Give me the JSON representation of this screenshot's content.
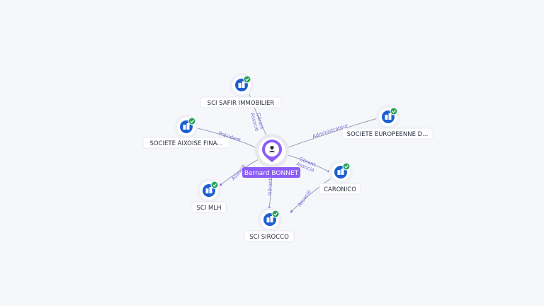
{
  "center": {
    "name": "Bernard BONNET",
    "icon": "person-icon",
    "color": "#8b5cf6"
  },
  "companies": [
    {
      "id": "safir",
      "name": "SCI SAFIR IMMOBILIER",
      "icon": "building-icon",
      "badge": "verified-check-icon"
    },
    {
      "id": "aixoise",
      "name": "SOCIETE AIXOISE FINA...",
      "icon": "building-icon",
      "badge": "verified-check-icon"
    },
    {
      "id": "europeenne",
      "name": "SOCIETE EUROPEENNE D...",
      "icon": "building-icon",
      "badge": "verified-check-icon"
    },
    {
      "id": "caronico",
      "name": "CARONICO",
      "icon": "building-icon",
      "badge": "verified-check-icon"
    },
    {
      "id": "mlh",
      "name": "SCI MLH",
      "icon": "building-icon",
      "badge": "verified-check-icon"
    },
    {
      "id": "sirocco",
      "name": "SCI SIROCCO",
      "icon": "building-icon",
      "badge": "verified-check-icon"
    }
  ],
  "relations": [
    {
      "to": "safir",
      "roles": [
        "Gérant",
        "Associé"
      ]
    },
    {
      "to": "aixoise",
      "roles": [
        "Président"
      ]
    },
    {
      "to": "europeenne",
      "roles": [
        "Administrateur"
      ]
    },
    {
      "to": "caronico",
      "roles": [
        "Gérant",
        "Associé"
      ]
    },
    {
      "to": "mlh",
      "roles": [
        "Associé"
      ]
    },
    {
      "to": "sirocco",
      "roles": [
        "Gérant"
      ]
    },
    {
      "from": "caronico",
      "to": "sirocco",
      "roles": [
        "Associé"
      ]
    }
  ],
  "colors": {
    "company_icon": "#1d5fd1",
    "badge": "#22a35a",
    "edge": "#9aa0b2",
    "edge_label": "#7b6fd6",
    "center": "#8b5cf6"
  }
}
